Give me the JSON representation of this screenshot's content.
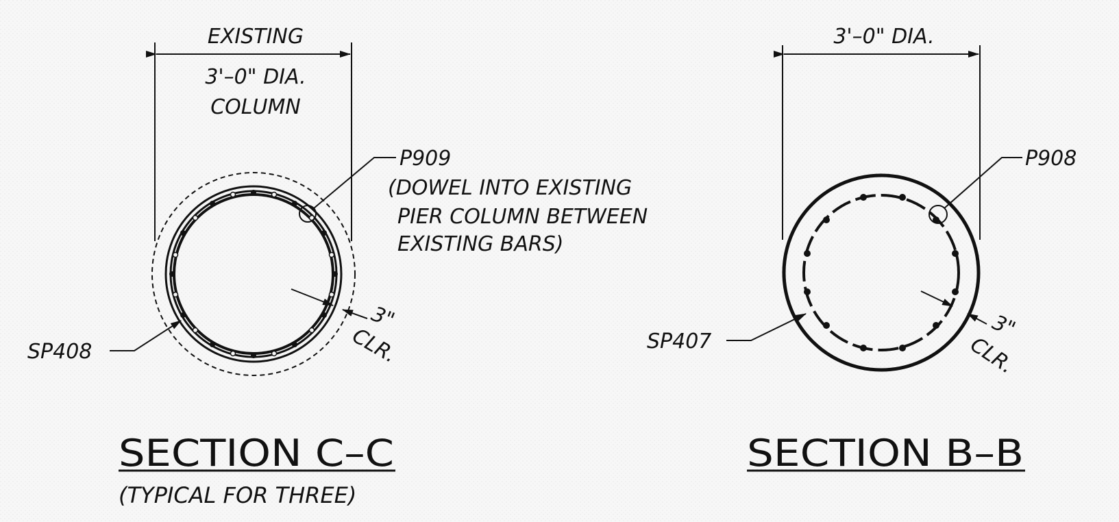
{
  "section_cc": {
    "dimension_lines": [
      "EXISTING",
      "3'–0\" DIA.",
      "COLUMN"
    ],
    "callout_main": "P909",
    "callout_note_lines": [
      "(DOWEL INTO EXISTING",
      "PIER COLUMN BETWEEN",
      "EXISTING BARS)"
    ],
    "spiral_label": "SP408",
    "clear_value": "3\"",
    "clear_label": "CLR.",
    "title": "SECTION C–C",
    "subtitle": "(TYPICAL FOR THREE)"
  },
  "section_bb": {
    "dimension_label": "3'–0\" DIA.",
    "callout_main": "P908",
    "spiral_label": "SP407",
    "clear_value": "3\"",
    "clear_label": "CLR.",
    "title": "SECTION B–B"
  },
  "colors": {
    "background": "#f7f7f7",
    "ink": "#111111"
  }
}
